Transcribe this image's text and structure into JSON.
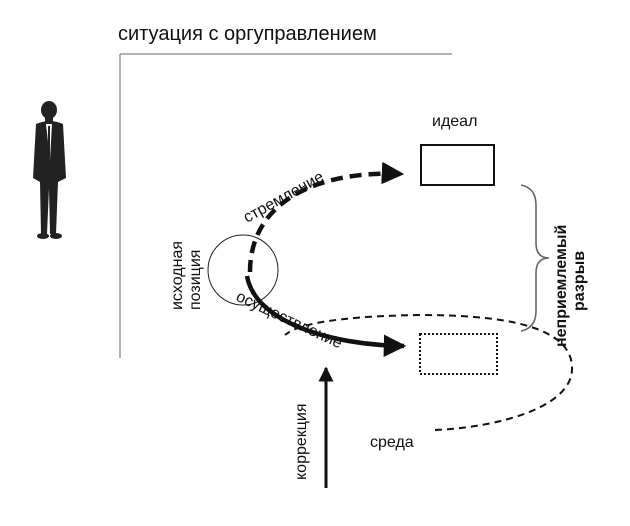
{
  "title": "ситуация с оргуправлением",
  "labels": {
    "ideal": "идеал",
    "aspiration": "стремление",
    "start_position_line1": "исходная",
    "start_position_line2": "позиция",
    "realization": "осуществление",
    "correction": "коррекция",
    "environment": "среда",
    "gap_line1": "неприемлемый",
    "gap_line2": "разрыв"
  },
  "colors": {
    "ink": "#111111",
    "figure": "#222222",
    "line": "#666666"
  }
}
